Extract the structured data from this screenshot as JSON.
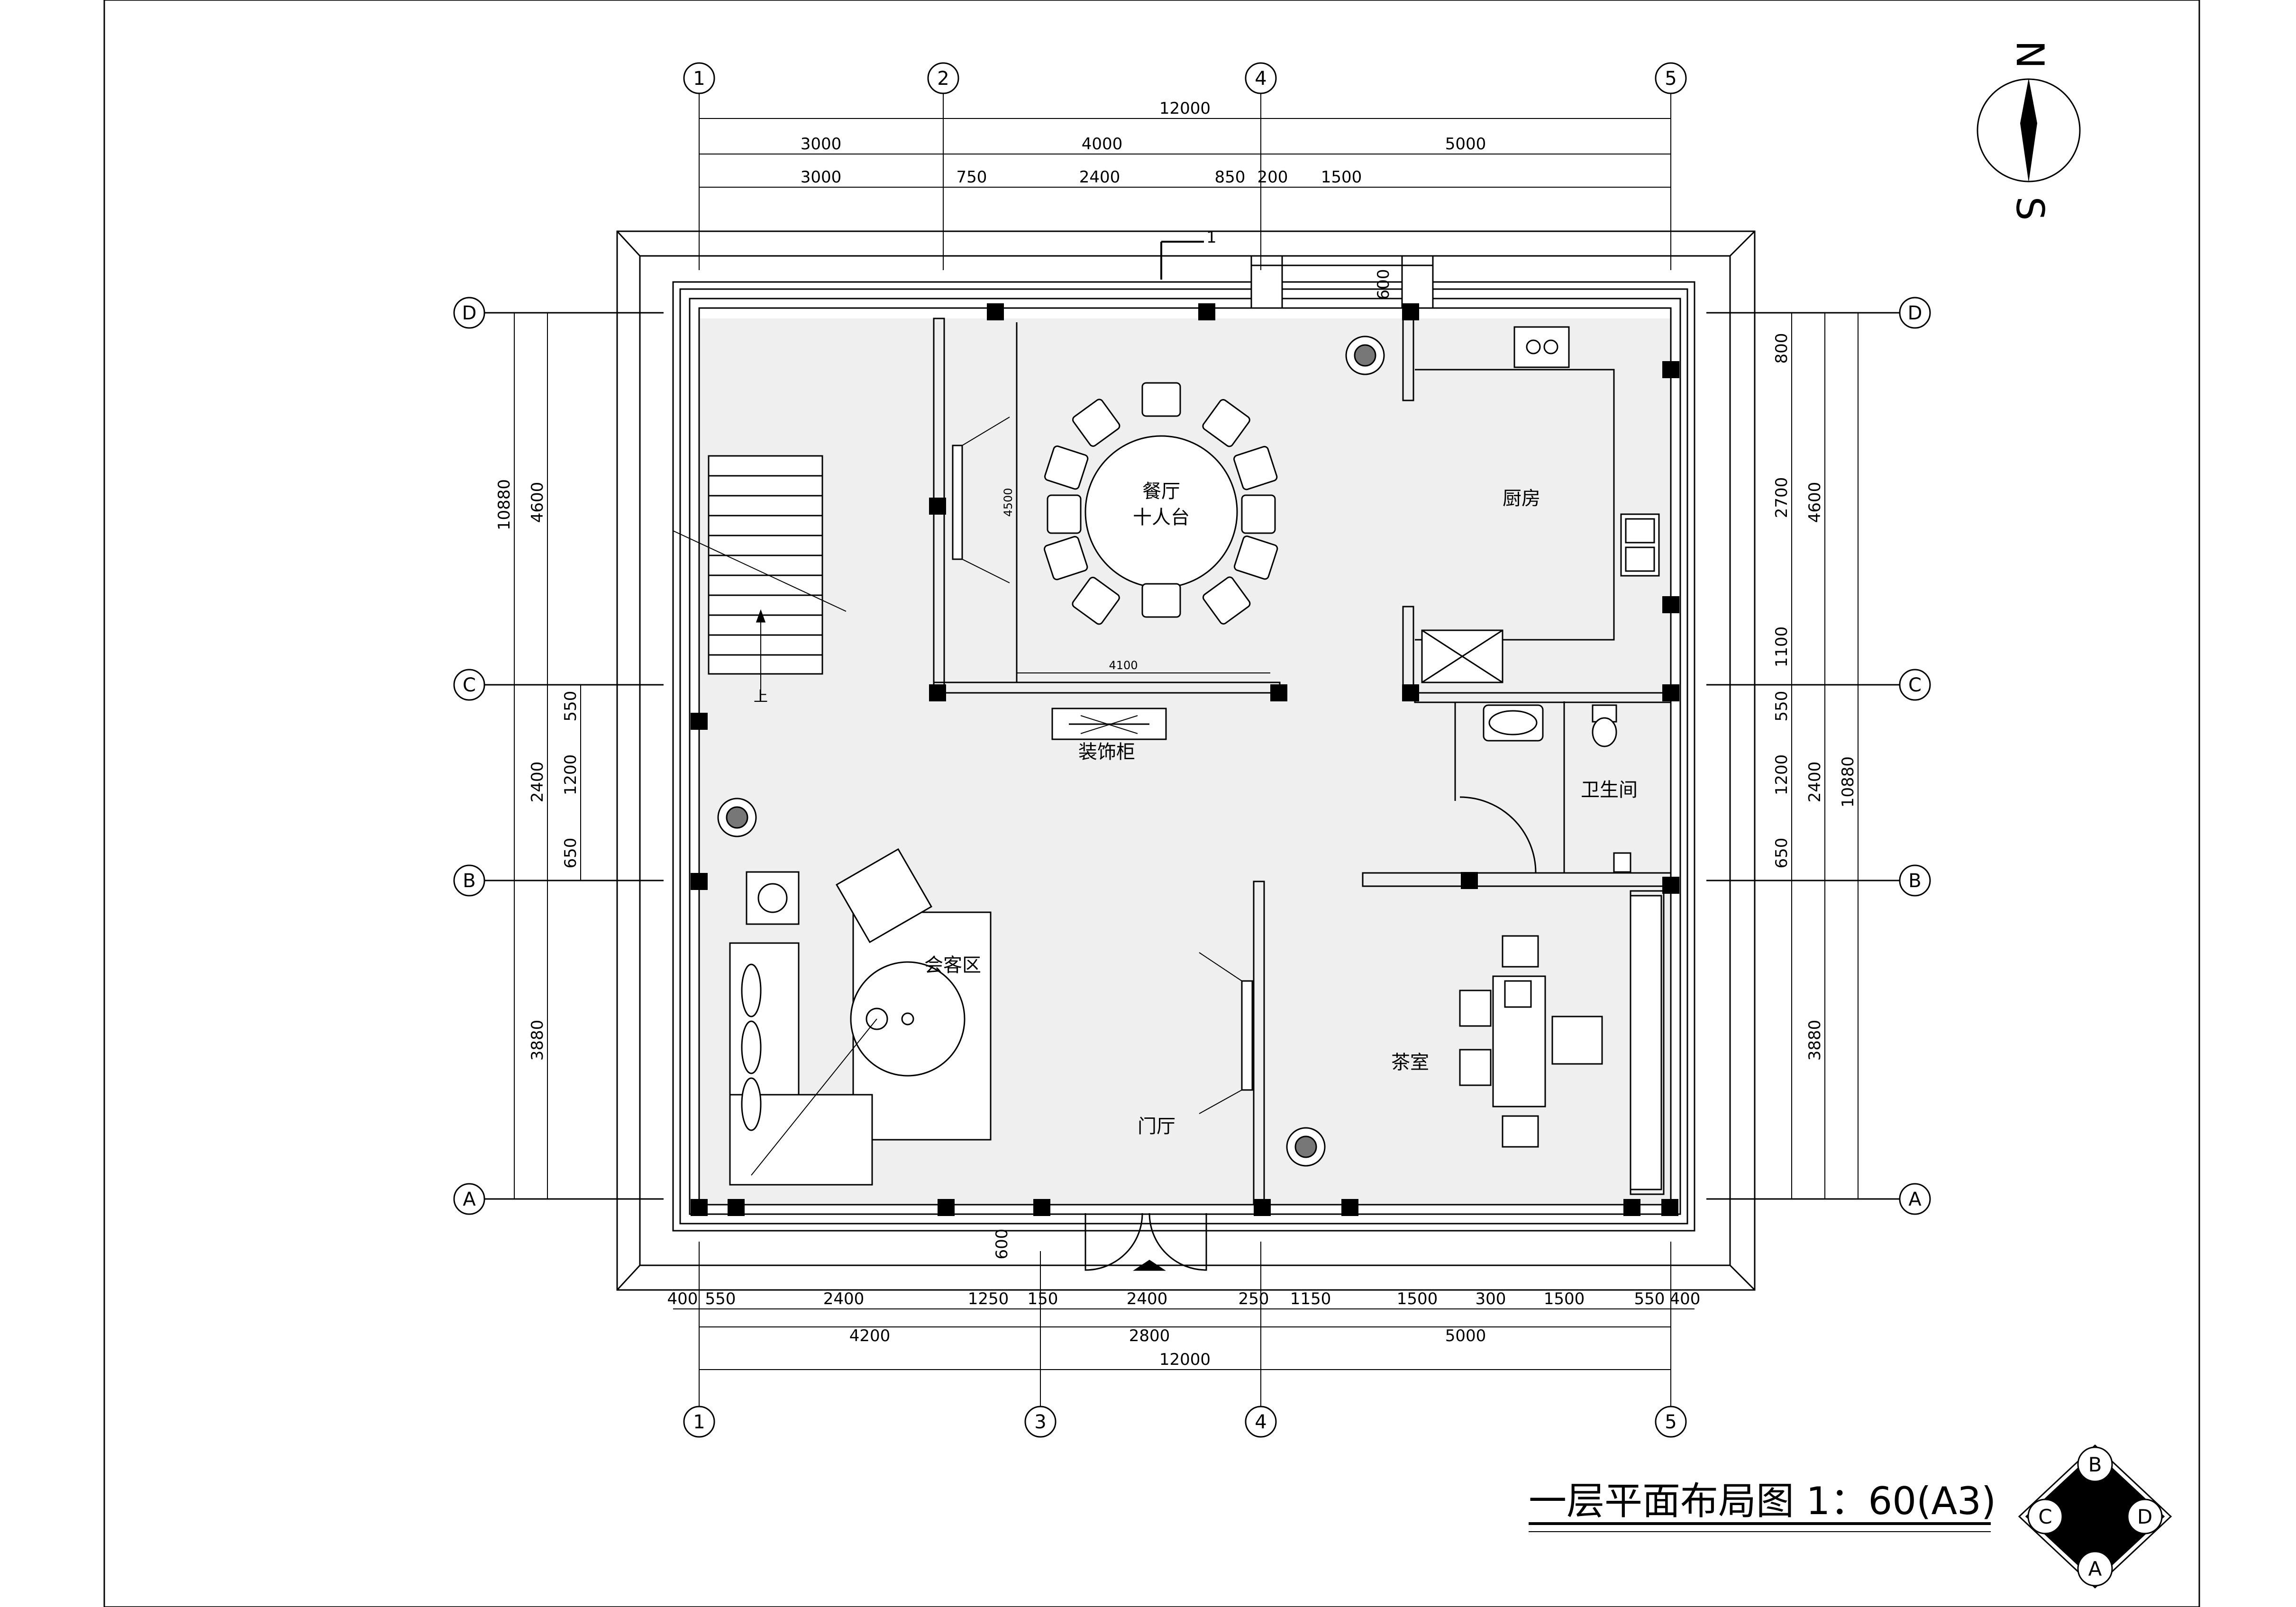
{
  "title": "一层平面布局图 1：60(A3)",
  "compass": {
    "north": "N",
    "south": "S"
  },
  "axes": {
    "columns_top": [
      "1",
      "2",
      "4",
      "5"
    ],
    "columns_bottom": [
      "1",
      "3",
      "4",
      "5"
    ],
    "rows": [
      "D",
      "C",
      "B",
      "A"
    ]
  },
  "rooms": {
    "dining": "餐厅",
    "dining_table": "十人台",
    "kitchen": "厨房",
    "bathroom": "卫生间",
    "display_cabinet": "装饰柜",
    "living": "会客区",
    "foyer": "门厅",
    "tea_room": "茶室",
    "stair_up": "上"
  },
  "section_mark": "1",
  "dims_top": {
    "total": "12000",
    "row1": [
      "3000",
      "4000",
      "5000"
    ],
    "row2": [
      "3000",
      "750",
      "2400",
      "850",
      "200",
      "1500"
    ],
    "window_600": "600"
  },
  "dims_bottom": {
    "total": "12000",
    "row1": [
      "4200",
      "2800",
      "5000"
    ],
    "row2": [
      "400",
      "550",
      "2400",
      "1250",
      "150",
      "2400",
      "250",
      "1150",
      "1500",
      "300",
      "1500",
      "550",
      "400"
    ],
    "window_600": "600"
  },
  "dims_left": {
    "total": "10880",
    "row1": [
      "4600",
      "2400",
      "3880"
    ],
    "row2": [
      "550",
      "1200",
      "650"
    ]
  },
  "dims_right": {
    "total": "10880",
    "row1": [
      "4600",
      "2400",
      "3880"
    ],
    "row2": [
      "800",
      "2700",
      "1100",
      "550",
      "1200",
      "650"
    ]
  },
  "inner_dims": {
    "dining_width": "4100",
    "dining_depth": "4500"
  },
  "orientation_key": [
    "B",
    "C",
    "D",
    "A"
  ]
}
